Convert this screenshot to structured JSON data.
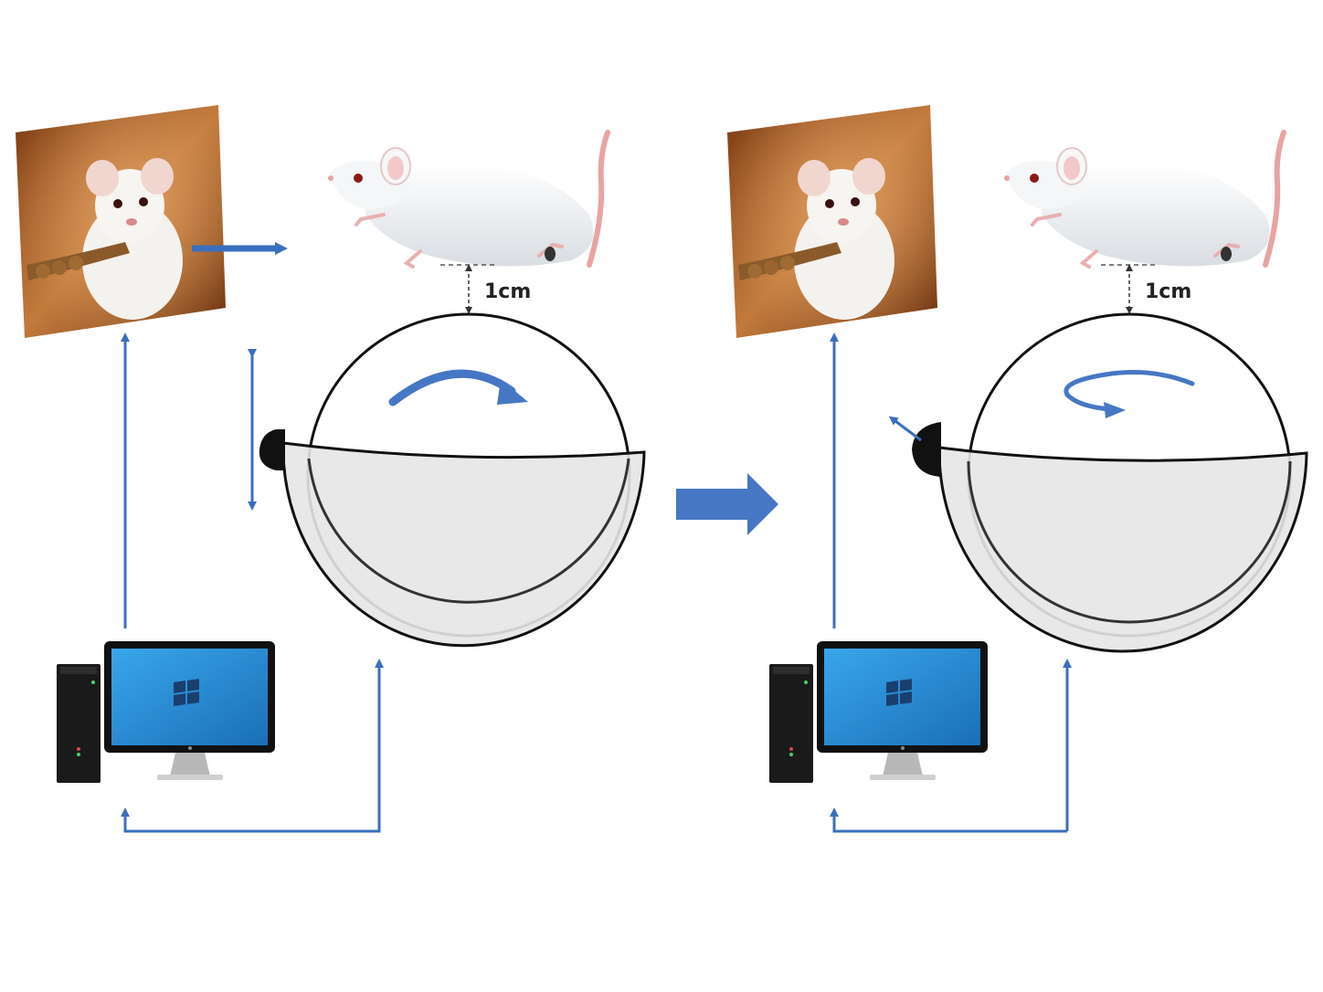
{
  "colors": {
    "arrow_blue": "#3a6fbf",
    "big_arrow_blue": "#4677c4",
    "bowl_fill": "#e6e6e6",
    "outline": "#111111",
    "monitor_screen": "#2b8fd6",
    "tower": "#1a1a1a",
    "photo_bg": "#b5642a",
    "mouse_body": "#eef0f2",
    "mouse_tail": "#e8a3a3"
  },
  "panels": [
    {
      "id": "before",
      "gap_label": "1cm",
      "ball_arrow": "forward-rotation-arrow",
      "sensor_motion": "vertical-adjust",
      "icons": [
        "photo-stimulus",
        "mouse",
        "spherical-treadmill",
        "computer",
        "camera-sensor"
      ]
    },
    {
      "id": "after",
      "gap_label": "1cm",
      "ball_arrow": "yaw-rotation-arrow",
      "sensor_motion": "diagonal-adjust",
      "icons": [
        "photo-stimulus",
        "mouse",
        "spherical-treadmill",
        "computer",
        "camera-sensor"
      ]
    }
  ],
  "transition": "big-right-arrow"
}
